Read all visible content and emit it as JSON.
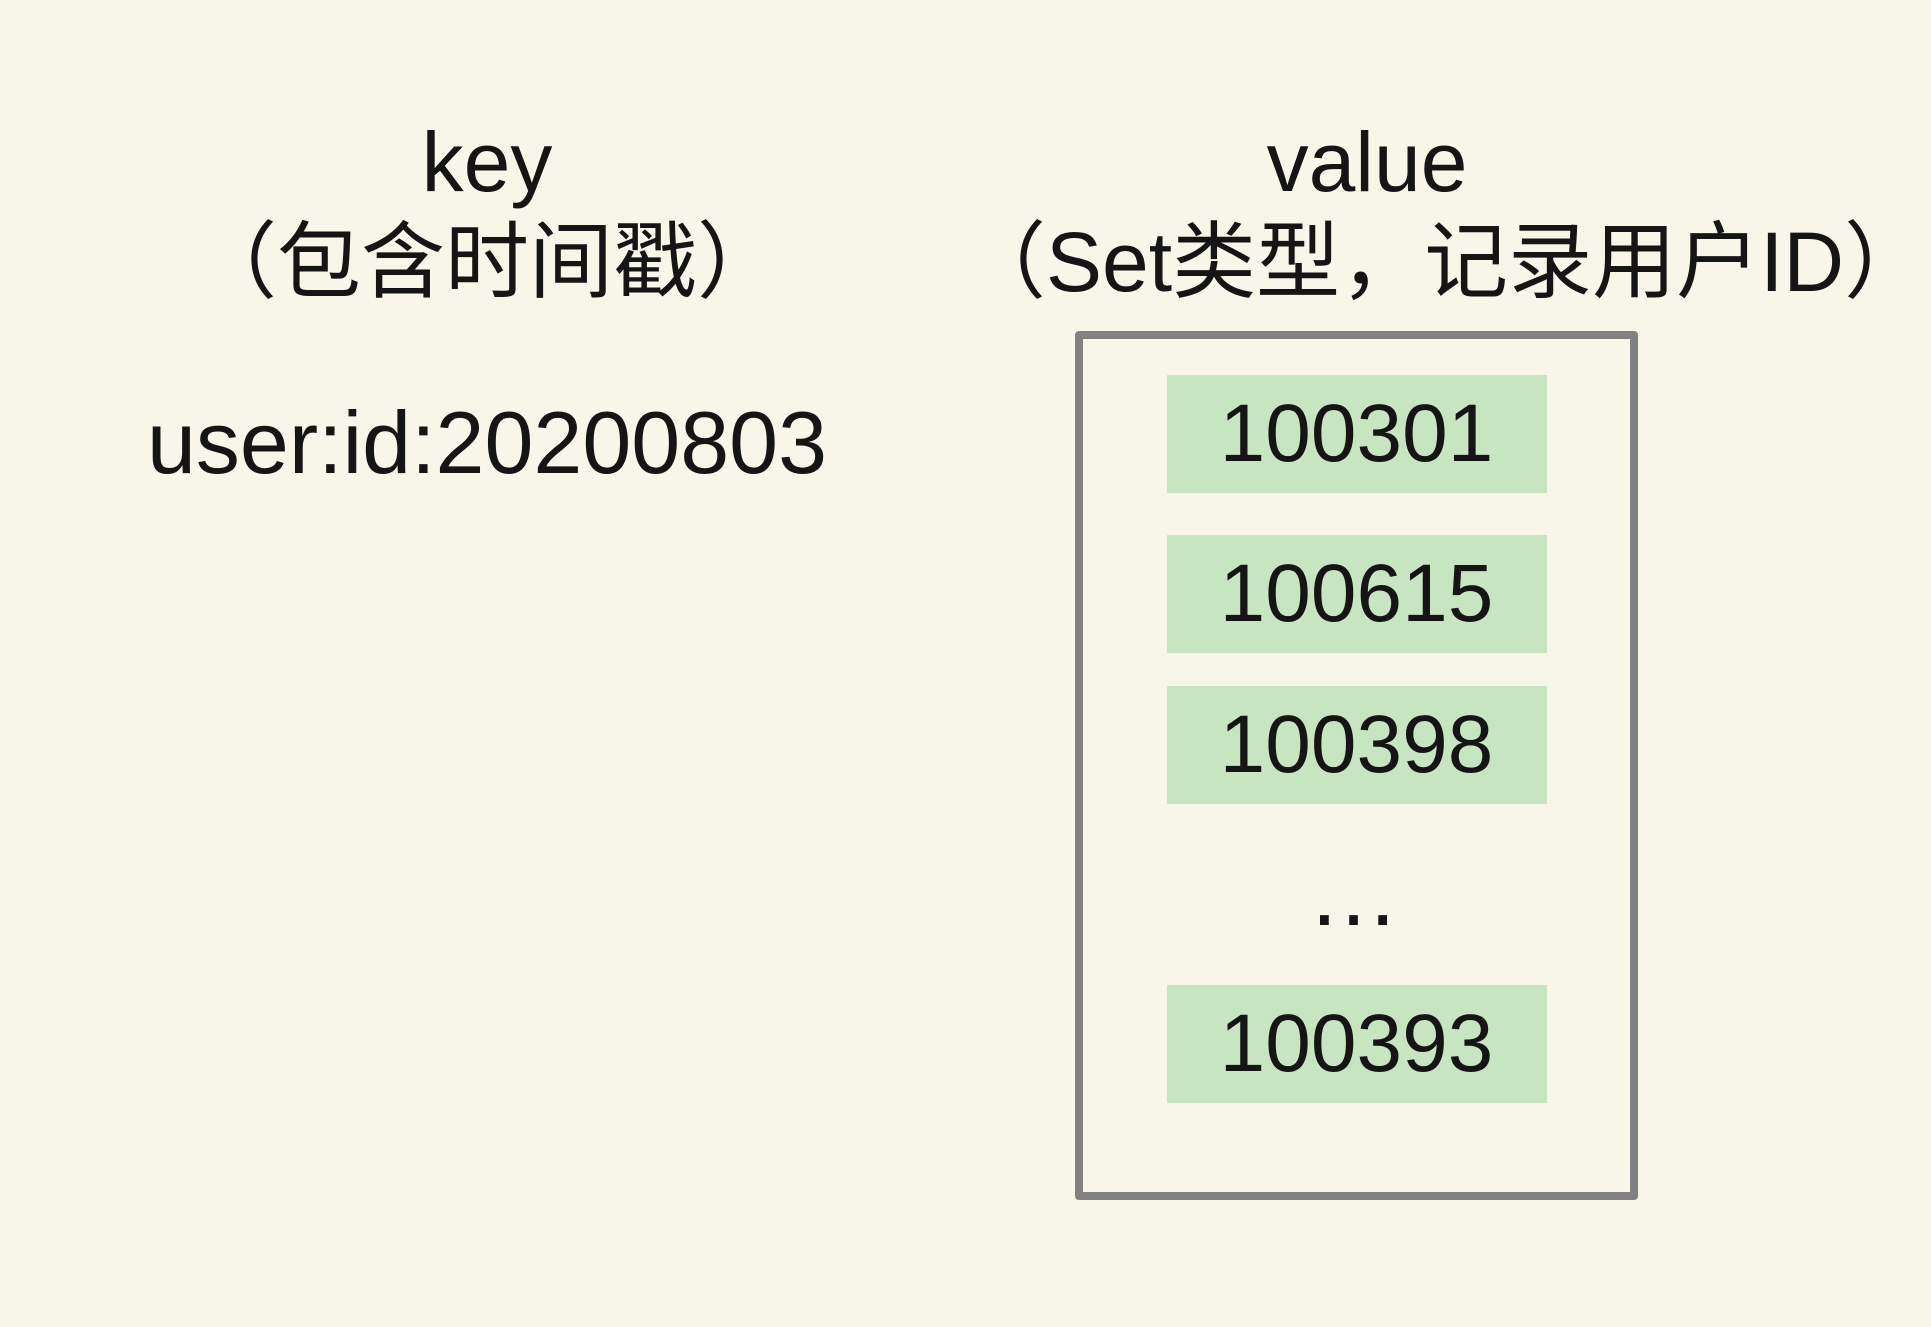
{
  "key_column": {
    "title": "key",
    "subtitle": "（包含时间戳）",
    "key": "user:id:20200803"
  },
  "value_column": {
    "title": "value",
    "subtitle": "（Set类型，记录用户ID）",
    "items": [
      "100301",
      "100615",
      "100398",
      "100393"
    ],
    "ellipsis": "…"
  },
  "colors": {
    "background": "#F8F6E8",
    "item_green": "#C6E5C0",
    "box_border": "#818181",
    "text": "#151515"
  }
}
